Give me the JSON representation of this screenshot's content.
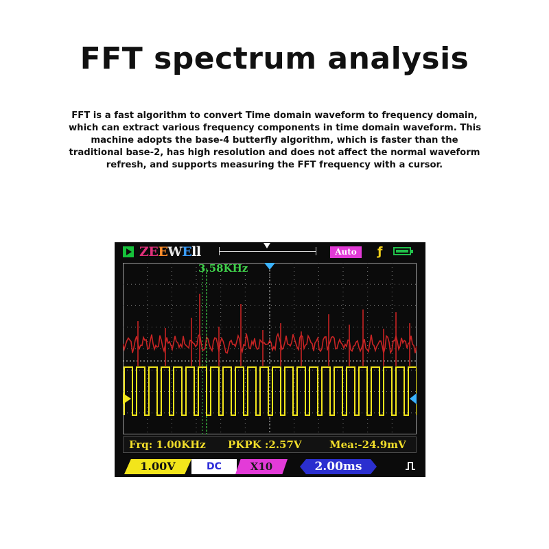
{
  "page": {
    "title": "FFT spectrum analysis",
    "description_lines": [
      "FFT is a fast algorithm to convert Time domain waveform to frequency domain,",
      "which can extract various frequency components in time domain waveform. This",
      "machine adopts the base-4 butterfly algorithm, which is faster than the",
      "traditional base-2, has high resolution and does not affect the normal waveform",
      "refresh, and supports measuring the FFT frequency with a cursor."
    ]
  },
  "scope": {
    "brand": {
      "z": "Z",
      "e1": "E",
      "e2": "E",
      "w": "W",
      "e3": "E",
      "l": "ll"
    },
    "mode_badge": "Auto",
    "trigger_icon": "rising-edge-trigger-icon",
    "battery_icon": "battery-icon",
    "cursor_freq_label": "3.58KHz",
    "measurements": {
      "frequency": "Frq: 1.00KHz",
      "peak_to_peak": "PKPK :2.57V",
      "mean": "Mea:-24.9mV"
    },
    "status": {
      "volts_div": "1.00V",
      "coupling": "DC",
      "probe": "X10",
      "time_div": "2.00ms",
      "edge_icon": "pulse-edge-icon"
    },
    "colors": {
      "square_wave": "#f2e51b",
      "fft": "#c82424",
      "cursor": "#3fd14a",
      "trigger_marker": "#3bb3ff",
      "channel_marker": "#f2e51b"
    }
  }
}
